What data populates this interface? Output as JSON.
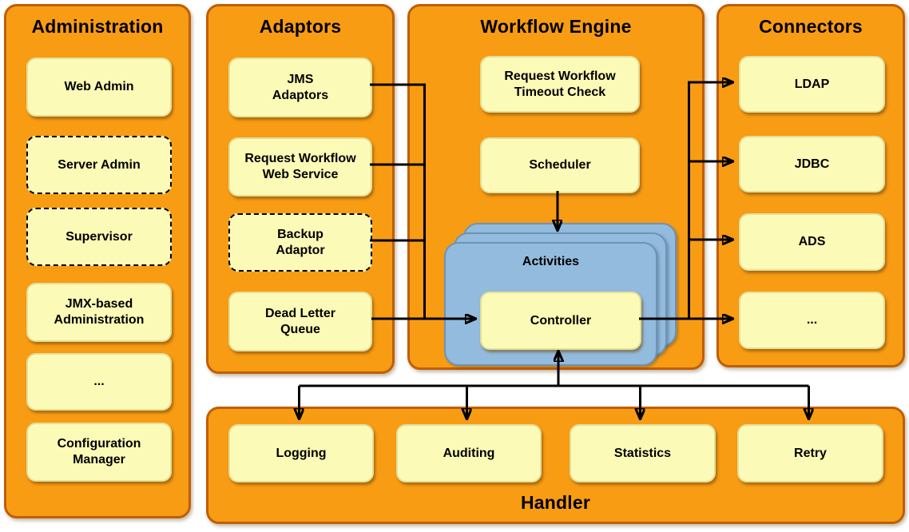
{
  "colors": {
    "panel_fill": "#F89C14",
    "panel_border": "#C05E07",
    "box_fill": "#FBFAB6",
    "blue_fill": "#92BBDD",
    "arrow_color": "#000000",
    "text_color": "#000000"
  },
  "panels": {
    "administration": {
      "title": "Administration",
      "items": [
        "Web Admin",
        "Server Admin",
        "Supervisor",
        "JMX-based\nAdministration",
        "...",
        "Configuration\nManager"
      ]
    },
    "adaptors": {
      "title": "Adaptors",
      "items": [
        "JMS\nAdaptors",
        "Request Workflow\nWeb Service",
        "Backup\nAdaptor",
        "Dead Letter\nQueue"
      ]
    },
    "workflow_engine": {
      "title": "Workflow Engine",
      "items": [
        "Request Workflow\nTimeout Check",
        "Scheduler"
      ],
      "activities_label": "Activities",
      "controller_label": "Controller"
    },
    "connectors": {
      "title": "Connectors",
      "items": [
        "LDAP",
        "JDBC",
        "ADS",
        "..."
      ]
    },
    "handler": {
      "title": "Handler",
      "items": [
        "Logging",
        "Auditing",
        "Statistics",
        "Retry"
      ]
    }
  }
}
